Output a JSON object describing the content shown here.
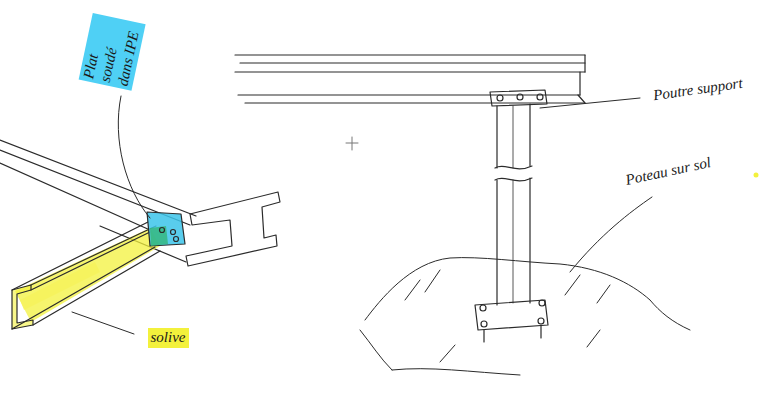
{
  "diagram": {
    "labels": [
      "Plat soudé dans IPE",
      "solive",
      "Poutre support",
      "Poteau sur sol"
    ]
  }
}
